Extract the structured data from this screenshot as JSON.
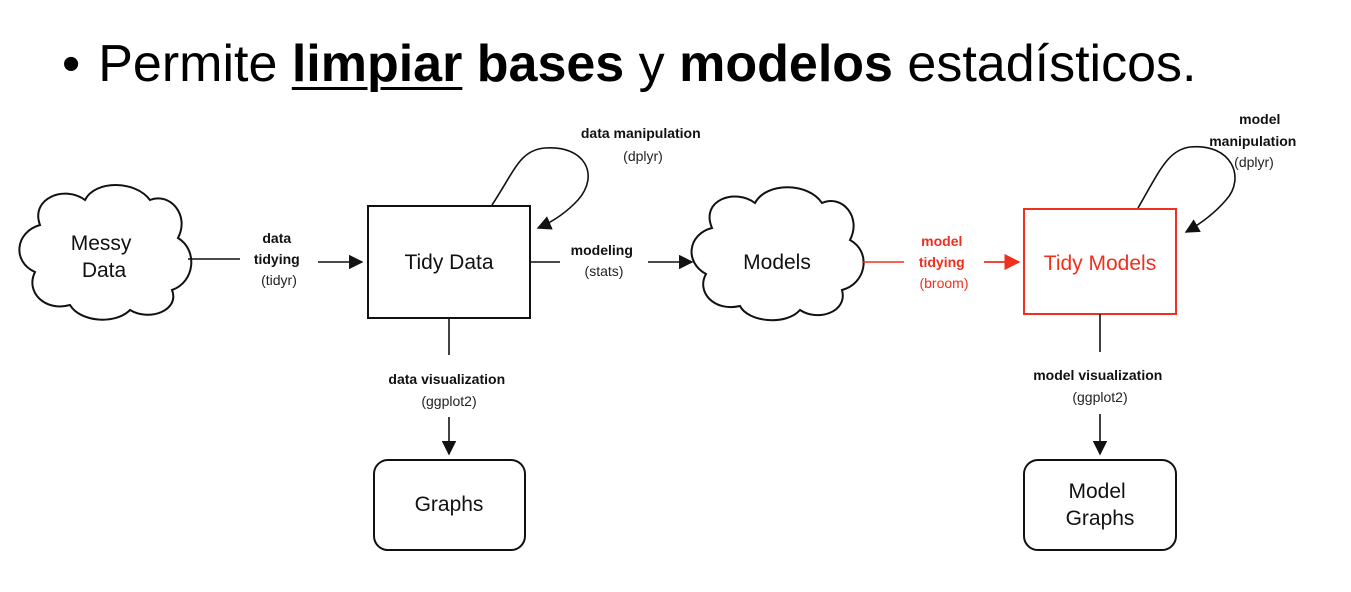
{
  "title": {
    "bullet": "•",
    "part1": "Permite ",
    "part2": "limpiar",
    "part3": " ",
    "part4": "bases",
    "part5": " y ",
    "part6": "modelos",
    "part7": " estadísticos."
  },
  "nodes": {
    "messy_data": [
      "Messy",
      "Data"
    ],
    "tidy_data": "Tidy Data",
    "models": "Models",
    "tidy_models": "Tidy Models",
    "graphs": "Graphs",
    "model_graphs": [
      "Model",
      "Graphs"
    ]
  },
  "labels": {
    "data_tidying": [
      "data",
      "tidying",
      "(tidyr)"
    ],
    "data_manipulation": [
      "data manipulation",
      "(dplyr)"
    ],
    "modeling": [
      "modeling",
      "(stats)"
    ],
    "model_tidying": [
      "model",
      "tidying",
      "(broom)"
    ],
    "model_manipulation": [
      "model",
      "manipulation",
      "(dplyr)"
    ],
    "data_visualization": [
      "data visualization",
      "(ggplot2)"
    ],
    "model_visualization": [
      "model visualization",
      "(ggplot2)"
    ]
  },
  "colors": {
    "highlight": "#f0301e",
    "line": "#111111"
  }
}
